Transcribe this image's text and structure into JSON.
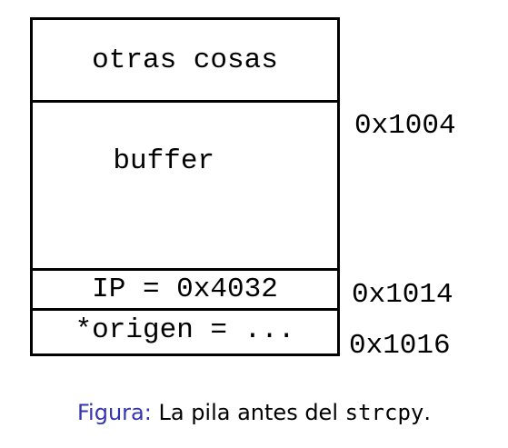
{
  "stack": {
    "cells": [
      {
        "text": "otras cosas"
      },
      {
        "text": "buffer"
      },
      {
        "text": "IP = 0x4032"
      },
      {
        "text": "*origen = ..."
      }
    ],
    "addresses": [
      "0x1004",
      "0x1014",
      "0x1016"
    ]
  },
  "caption": {
    "label": "Figura:",
    "text": "La pila antes del",
    "code": "strcpy",
    "end": ".",
    "label_color": "#3333b3"
  }
}
